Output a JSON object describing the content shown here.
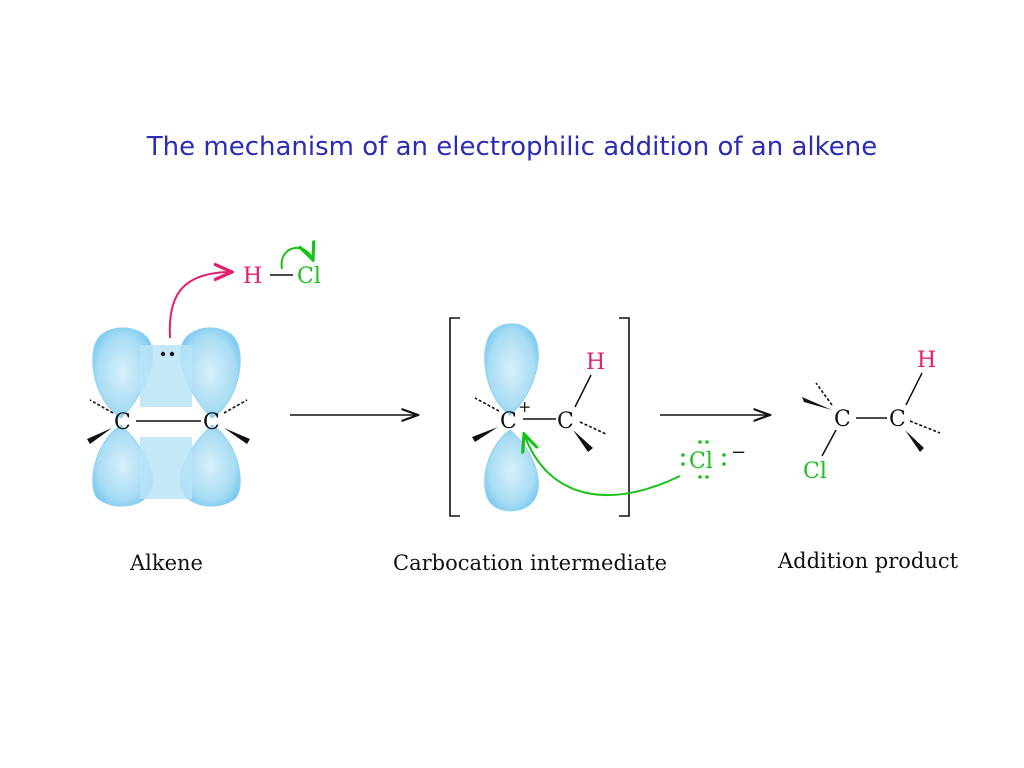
{
  "title": "The mechanism of an electrophilic addition of an alkene",
  "colors": {
    "title": "#2b2bb3",
    "orbital_fill": "#a8dcf4",
    "orbital_edge": "#6ec6ee",
    "electrophile": "#e0206e",
    "nucleophile": "#19c219",
    "bond": "#111111"
  },
  "alkene": {
    "carbon_left": "C",
    "carbon_right": "C",
    "reagent_h": "H",
    "reagent_cl": "Cl",
    "label": "Alkene"
  },
  "intermediate": {
    "carbocation": "C",
    "charge_plus": "+",
    "carbon": "C",
    "hydrogen": "H",
    "chloride": "Cl",
    "charge_minus": "−",
    "label": "Carbocation intermediate"
  },
  "product": {
    "carbon_left": "C",
    "carbon_right": "C",
    "hydrogen": "H",
    "chlorine": "Cl",
    "label": "Addition product"
  }
}
